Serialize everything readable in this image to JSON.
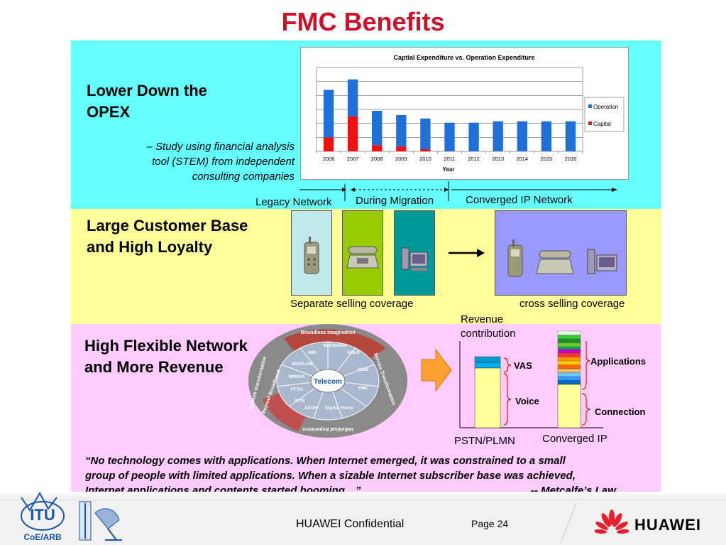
{
  "title": "FMC Benefits",
  "section1": {
    "heading_line1": "Lower Down the",
    "heading_line2": "OPEX",
    "note_line1": "–   Study using financial analysis",
    "note_line2": "tool (STEM)  from independent",
    "note_line3": "consulting companies"
  },
  "chart_data": {
    "type": "bar",
    "stacked": true,
    "title": "Captial Expenditure vs. Operation Expenditure",
    "xlabel": "Year",
    "ylabel": "",
    "categories": [
      "2006",
      "2007",
      "2008",
      "2009",
      "2010",
      "2011",
      "2012",
      "2013",
      "2014",
      "2015",
      "2016"
    ],
    "series": [
      {
        "name": "Capital",
        "color": "#ee1111",
        "values": [
          20,
          50,
          9,
          7,
          3,
          0,
          0,
          0,
          0,
          0,
          0
        ]
      },
      {
        "name": "Operation",
        "color": "#1f6fd6",
        "values": [
          68,
          53,
          49,
          45,
          44,
          41,
          41,
          43,
          43,
          43,
          43
        ]
      }
    ],
    "ylim": [
      0,
      120
    ],
    "grid": true,
    "legend": "right"
  },
  "timeline": {
    "legacy": "Legacy Network",
    "migration": "During Migration",
    "converged": "Converged IP Network"
  },
  "section2": {
    "heading_line1": "Large Customer Base",
    "heading_line2": "and High Loyalty",
    "left_caption": "Separate selling coverage",
    "right_caption": "cross selling coverage",
    "colors": {
      "legacy": "#bfe9ea",
      "migration": "#99cc00",
      "teal": "#009999",
      "converged": "#9999ff"
    }
  },
  "section3": {
    "heading_line1": "High Flexible Network",
    "heading_line2": "and More Revenue",
    "wheel": {
      "center": "Telecom",
      "outer_top": "Boundless Imagination",
      "outer_right": "Service Transformation",
      "outer_left": "Beyond Broadband",
      "outer_far_left": "Network transformation",
      "outer_bottom": "Individual Experience",
      "items": [
        "SoftSwitch",
        "IMS",
        "SHLR",
        "IPDSLAM",
        "NGS",
        "WIMAX",
        "FMC",
        "FTTH",
        "IPTN",
        "ASON",
        "Digital Home"
      ]
    },
    "revenue": {
      "label_line1": "Revenue",
      "label_line2": "contribution",
      "vas": "VAS",
      "voice": "Voice",
      "applications": "Applications",
      "connection": "Connection",
      "left_bar": "PSTN/PLMN",
      "right_bar": "Converged IP"
    }
  },
  "quote": {
    "line1": "“No technology comes with applications. When Internet emerged, it was constrained to a small",
    "line2": "group of people with limited applications. When a sizable Internet subscriber base was achieved,",
    "line3": "Internet applications and contents started booming…”",
    "attribution": "-- Metcalfe’s Law"
  },
  "footer": {
    "logo_line1": "ITU",
    "logo_line2": "CoE/ARB",
    "confidential": "HUAWEI Confidential",
    "page": "Page 24",
    "brand": "HUAWEI"
  }
}
